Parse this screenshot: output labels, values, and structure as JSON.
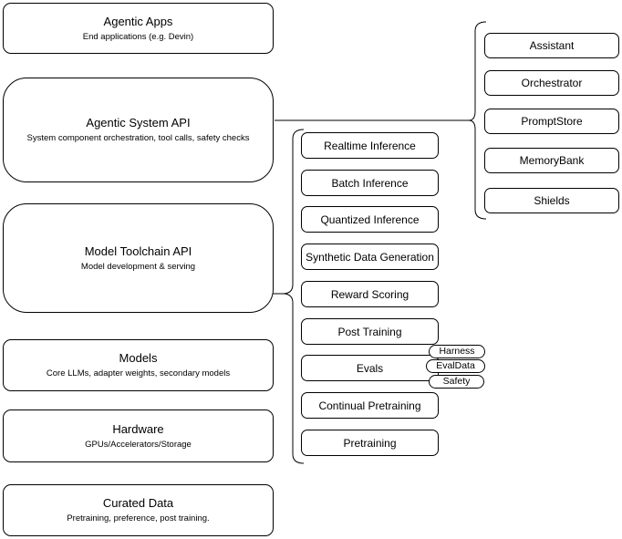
{
  "diagram": {
    "background_color": "#ffffff",
    "stroke_color": "#000000",
    "text_color": "#000000"
  },
  "left_stack": [
    {
      "title": "Agentic Apps",
      "subtitle": "End applications (e.g. Devin)"
    },
    {
      "title": "Agentic System API",
      "subtitle": "System component orchestration, tool calls, safety checks"
    },
    {
      "title": "Model Toolchain API",
      "subtitle": "Model development & serving"
    },
    {
      "title": "Models",
      "subtitle": "Core LLMs, adapter weights, secondary models"
    },
    {
      "title": "Hardware",
      "subtitle": "GPUs/Accelerators/Storage"
    },
    {
      "title": "Curated Data",
      "subtitle": "Pretraining, preference, post training."
    }
  ],
  "toolchain_api_items": [
    "Realtime Inference",
    "Batch Inference",
    "Quantized Inference",
    "Synthetic Data Generation",
    "Reward Scoring",
    "Post Training",
    "Evals",
    "Continual Pretraining",
    "Pretraining"
  ],
  "evals_tags": [
    "Harness",
    "EvalData",
    "Safety"
  ],
  "system_api_items": [
    "Assistant",
    "Orchestrator",
    "PromptStore",
    "MemoryBank",
    "Shields"
  ]
}
